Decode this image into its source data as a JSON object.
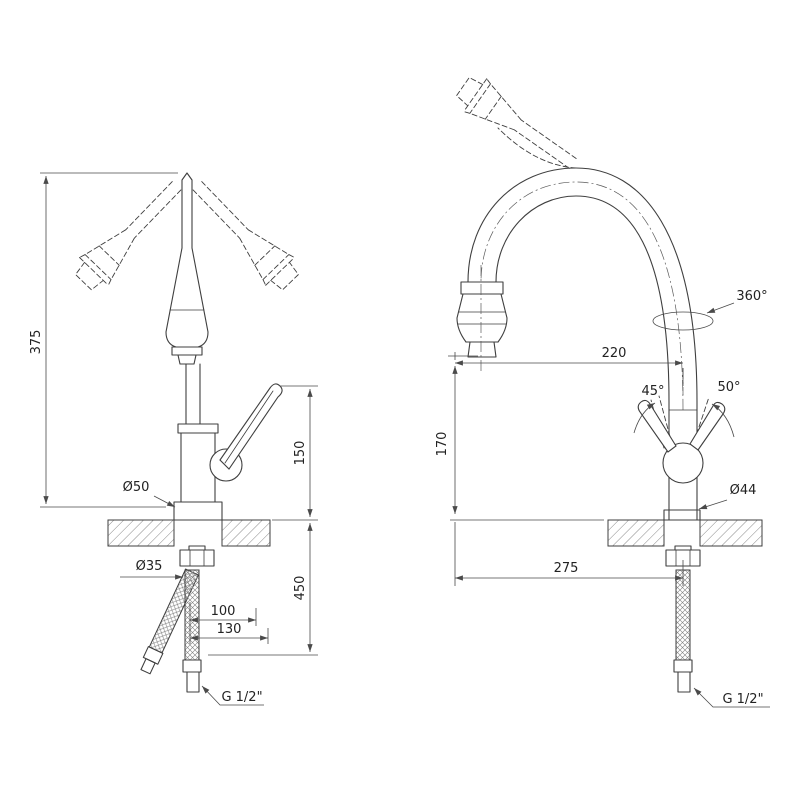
{
  "colors": {
    "line": "#3f3f3f",
    "dimension": "#4a4a4a",
    "text": "#222222",
    "background": "#ffffff"
  },
  "views": {
    "front": {
      "dims": {
        "total_height": "375",
        "handle_height": "150",
        "hose_drop": "450",
        "base_diameter": "Ø50",
        "shank_diameter": "Ø35",
        "hose_offset_inner": "100",
        "hose_offset_outer": "130",
        "thread": "G 1/2\""
      }
    },
    "side": {
      "dims": {
        "swivel_angle": "360°",
        "spout_reach": "220",
        "spout_height": "170",
        "lever_angle_left": "45°",
        "lever_angle_right": "50°",
        "body_diameter": "Ø44",
        "overall_reach": "275",
        "thread": "G 1/2\""
      }
    }
  }
}
